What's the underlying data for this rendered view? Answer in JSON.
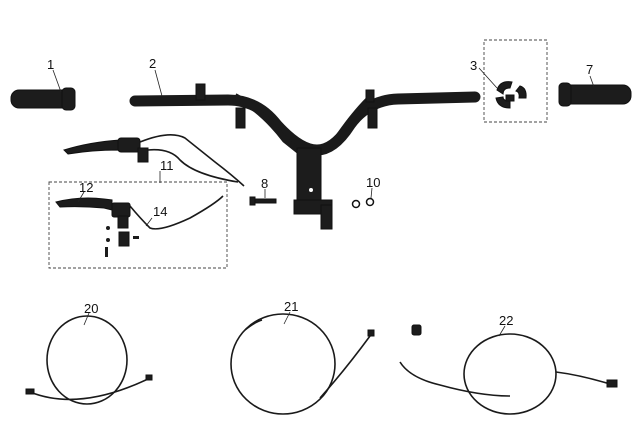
{
  "callouts": {
    "c1": "1",
    "c2": "2",
    "c3": "3",
    "c7": "7",
    "c8": "8",
    "c10": "10",
    "c11": "11",
    "c12": "12",
    "c14": "14",
    "c20": "20",
    "c21": "21",
    "c22": "22"
  }
}
